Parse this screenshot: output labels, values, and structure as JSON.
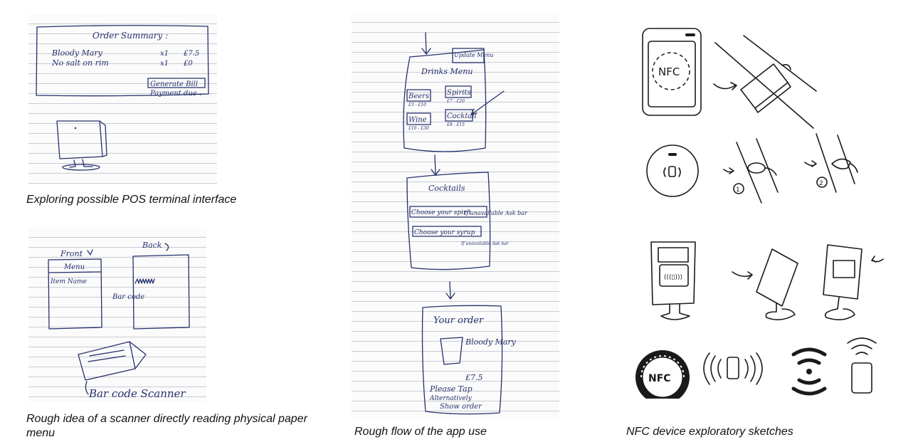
{
  "captions": {
    "pos": "Exploring possible POS terminal interface",
    "scanner": "Rough idea of a scanner directly reading physical paper menu",
    "flow": "Rough flow of the app use",
    "nfc": "NFC device exploratory sketches"
  },
  "pos_sketch": {
    "title": "Order Summary :",
    "rows": [
      {
        "item": "Bloody Mary",
        "qty": "x1",
        "price": "£7.5"
      },
      {
        "item": "No salt on rim",
        "qty": "x1",
        "price": "£0"
      }
    ],
    "button": "Generate Bill",
    "status": "Payment due ."
  },
  "scanner_sketch": {
    "front_label": "Front",
    "back_label": "Back",
    "menu_label": "Menu",
    "item_label": "Item Name",
    "barcode_label": "Bar code",
    "scanner_label": "Bar code Scanner"
  },
  "flow_sketch": {
    "update_label": "Update Menu",
    "drinks_title": "Drinks Menu",
    "categories": [
      {
        "name": "Beers",
        "price": "£3 - £10"
      },
      {
        "name": "Spirits",
        "price": "£7 - £20"
      },
      {
        "name": "Wine",
        "price": "£10 - £30"
      },
      {
        "name": "Cocktail",
        "price": "£8 - £15"
      }
    ],
    "cocktails_title": "Cocktails",
    "spirit_select": "Choose your spirit",
    "spirit_note": "If unavailable Ask bar",
    "syrup_select": "Choose your syrup",
    "syrup_note": "If unavailable Ask bar",
    "order_title": "Your order",
    "order_item": "Bloody Mary",
    "order_price": "£7.5",
    "tap_text": "Please Tap",
    "alt_text": "Alternatively",
    "show_text": "Show order"
  },
  "nfc_sketch": {
    "nfc_label": "NFC",
    "nfc_badge": "NFC",
    "step1": "1",
    "step2": "2"
  }
}
